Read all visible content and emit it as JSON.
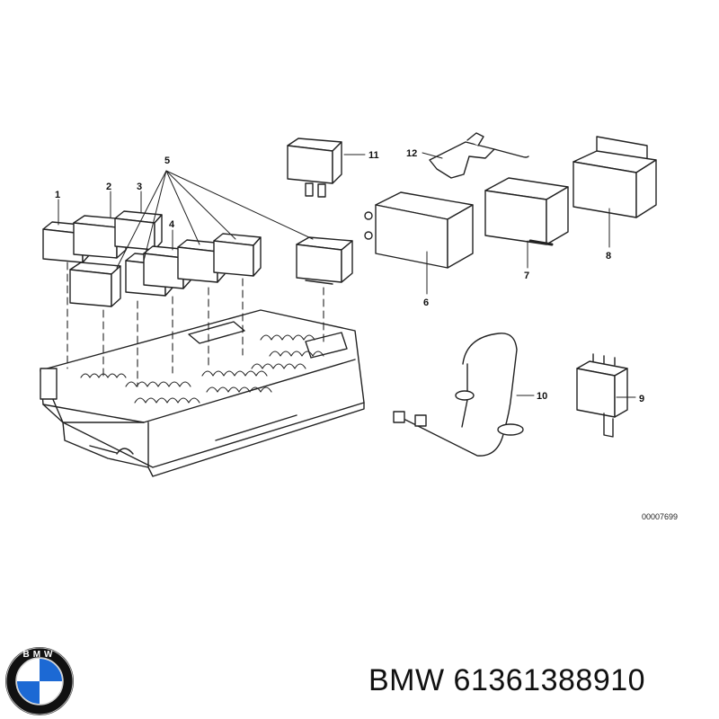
{
  "callouts": [
    "1",
    "2",
    "3",
    "4",
    "5",
    "6",
    "7",
    "8",
    "9",
    "10",
    "11",
    "12"
  ],
  "reference_code": "00007699",
  "caption": {
    "brand": "BMW",
    "part_number": "61361388910"
  },
  "logo": {
    "letters": "BMW",
    "icon": "bmw-roundel-icon",
    "colors": {
      "blue": "#1c69d4",
      "white": "#ffffff",
      "ring": "#111111"
    }
  }
}
